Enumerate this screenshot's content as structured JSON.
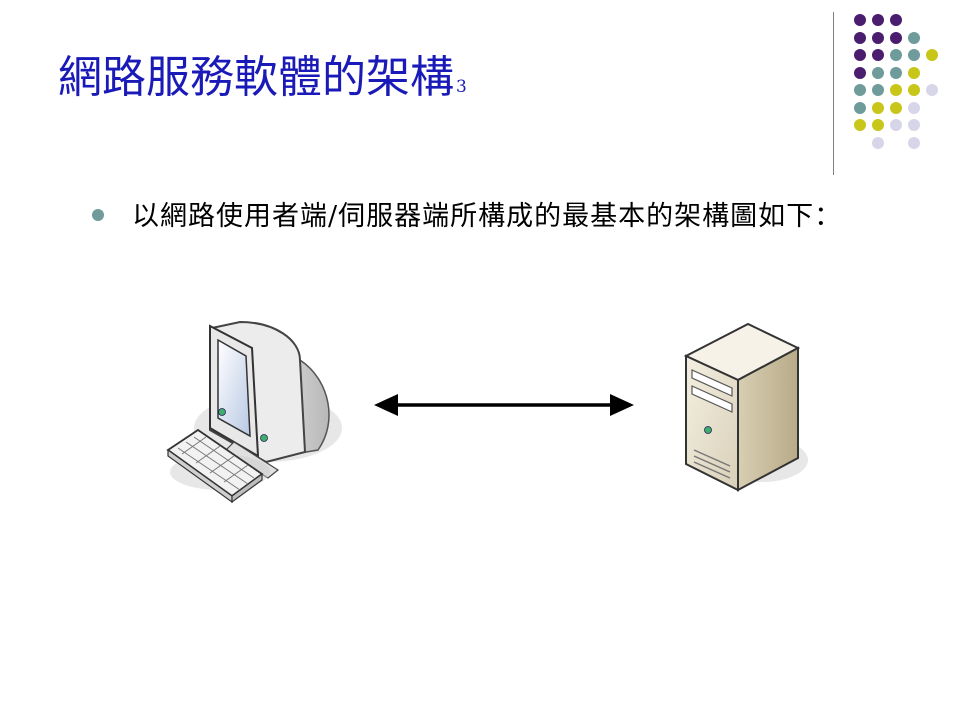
{
  "slide": {
    "title": "網路服務軟體的架構",
    "title_suffix": "3",
    "bullet_text": "以網路使用者端/伺服器端所構成的最基本的架構圖如下："
  },
  "diagram": {
    "left_node_icon": "computer-icon",
    "right_node_icon": "server-icon",
    "connector_icon": "double-arrow-icon"
  },
  "colors": {
    "title": "#1a1ab8",
    "bullet": "#6f9b9b",
    "dot_purple": "#4b1d6e",
    "dot_teal": "#6f9b9b",
    "dot_olive": "#c9c61a",
    "dot_lavender": "#d6d6e8"
  }
}
